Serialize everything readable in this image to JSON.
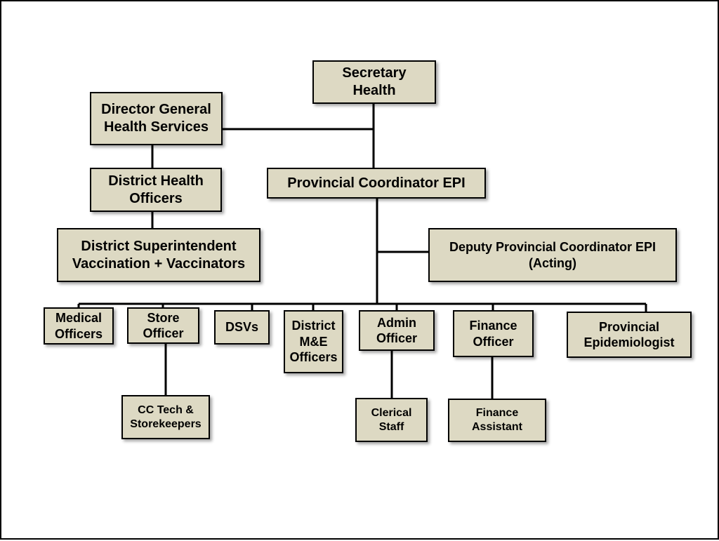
{
  "org_chart": {
    "secretary_health": [
      "Secretary",
      "Health"
    ],
    "dg_health_services": [
      "Director General",
      "Health Services"
    ],
    "district_health_officers": [
      "District Health",
      "Officers"
    ],
    "district_superintendent": [
      "District Superintendent",
      "Vaccination + Vaccinators"
    ],
    "provincial_coordinator": "Provincial Coordinator EPI",
    "deputy_coordinator": [
      "Deputy Provincial Coordinator EPI",
      "(Acting)"
    ],
    "medical_officers": [
      "Medical",
      "Officers"
    ],
    "store_officer": [
      "Store",
      "Officer"
    ],
    "dsvs": "DSVs",
    "district_me_officers": [
      "District",
      "M&E",
      "Officers"
    ],
    "admin_officer": [
      "Admin",
      "Officer"
    ],
    "finance_officer": [
      "Finance",
      "Officer"
    ],
    "provincial_epidemiologist": [
      "Provincial",
      "Epidemiologist"
    ],
    "cc_tech": [
      "CC Tech &",
      "Storekeepers"
    ],
    "clerical_staff": [
      "Clerical",
      "Staff"
    ],
    "finance_assistant": [
      "Finance",
      "Assistant"
    ]
  }
}
